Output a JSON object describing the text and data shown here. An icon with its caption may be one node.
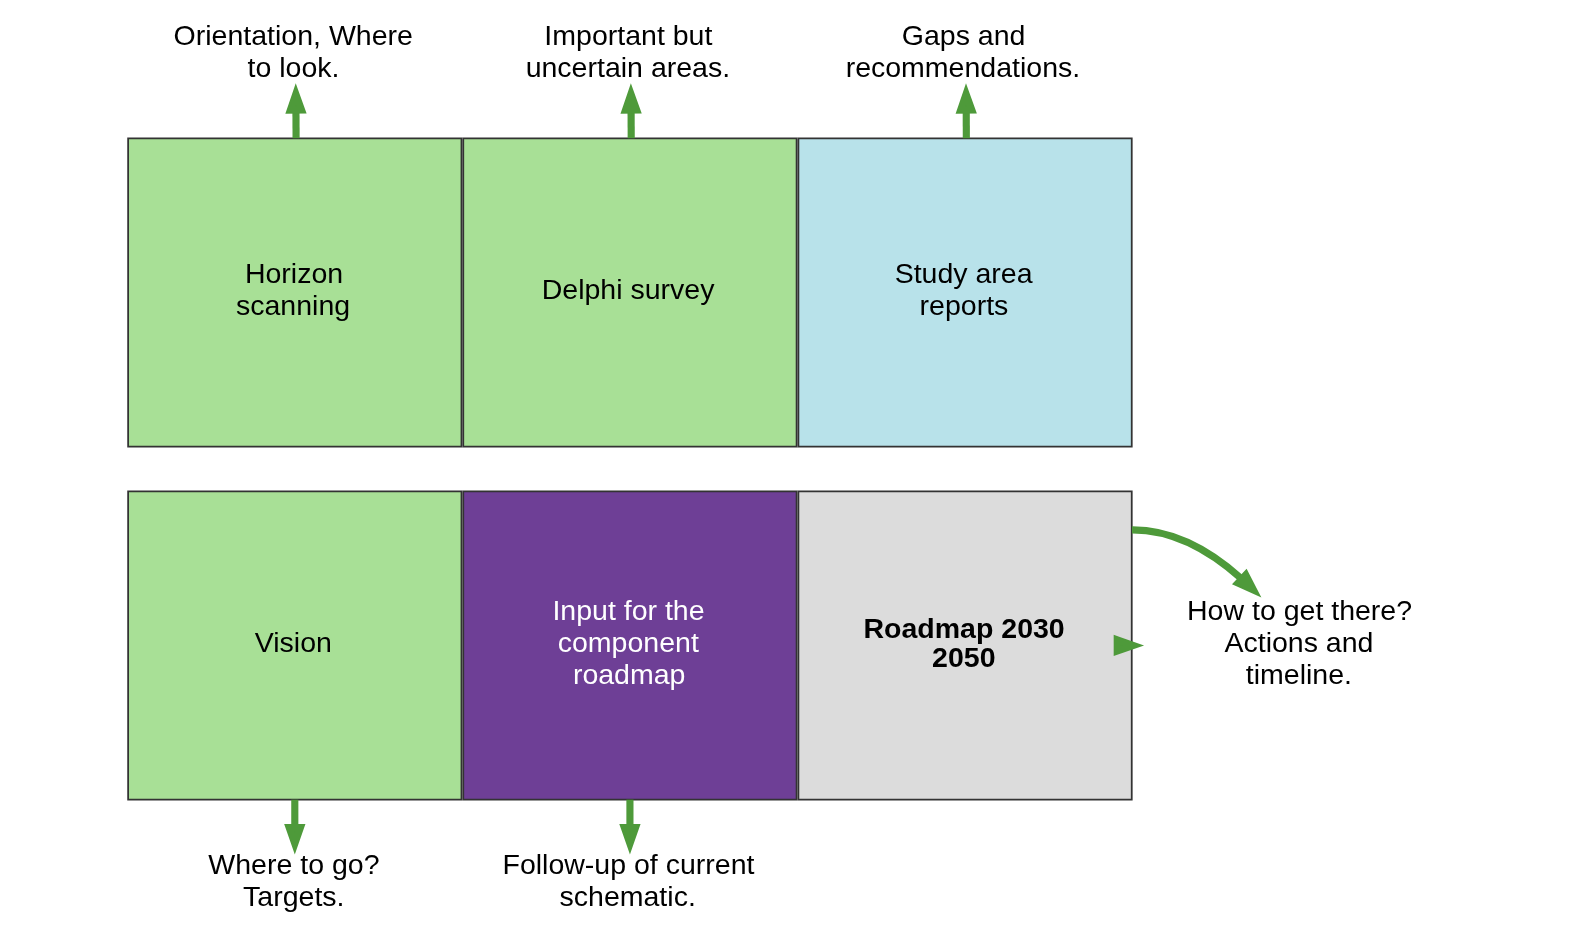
{
  "diagram": {
    "nodes": [
      {
        "text": [
          "Horizon scanning"
        ]
      },
      {
        "text": [
          "Delphi survey"
        ]
      },
      {
        "text": [
          "Study area reports"
        ]
      },
      {
        "text": [
          "Vision"
        ]
      },
      {
        "text": [
          "Input for the component roadmap"
        ]
      },
      {
        "text": [
          "Roadmap 2030 2050"
        ]
      },
      {
        "text": [
          "Orientation, Where to look."
        ]
      },
      {
        "text": [
          "Important but uncertain areas."
        ]
      },
      {
        "text": [
          "Gaps and recommendations."
        ]
      },
      {
        "text": [
          "Where to go? Targets."
        ]
      },
      {
        "text": [
          "Follow-up of current schematic."
        ]
      },
      {
        "text": [
          "How to get there? Actions and timeline."
        ]
      }
    ],
    "edges": [
      {
        "from": 0,
        "to": 6,
        "arrow": "to"
      },
      {
        "from": 1,
        "to": 7,
        "arrow": "to"
      },
      {
        "from": 2,
        "to": 8,
        "arrow": "to"
      },
      {
        "from": 3,
        "to": 9,
        "arrow": "to"
      },
      {
        "from": 4,
        "to": 10,
        "arrow": "to"
      },
      {
        "from": 5,
        "to": 11,
        "arrow": "to"
      },
      {
        "from": 5,
        "to": 11,
        "arrow": "to"
      }
    ]
  }
}
